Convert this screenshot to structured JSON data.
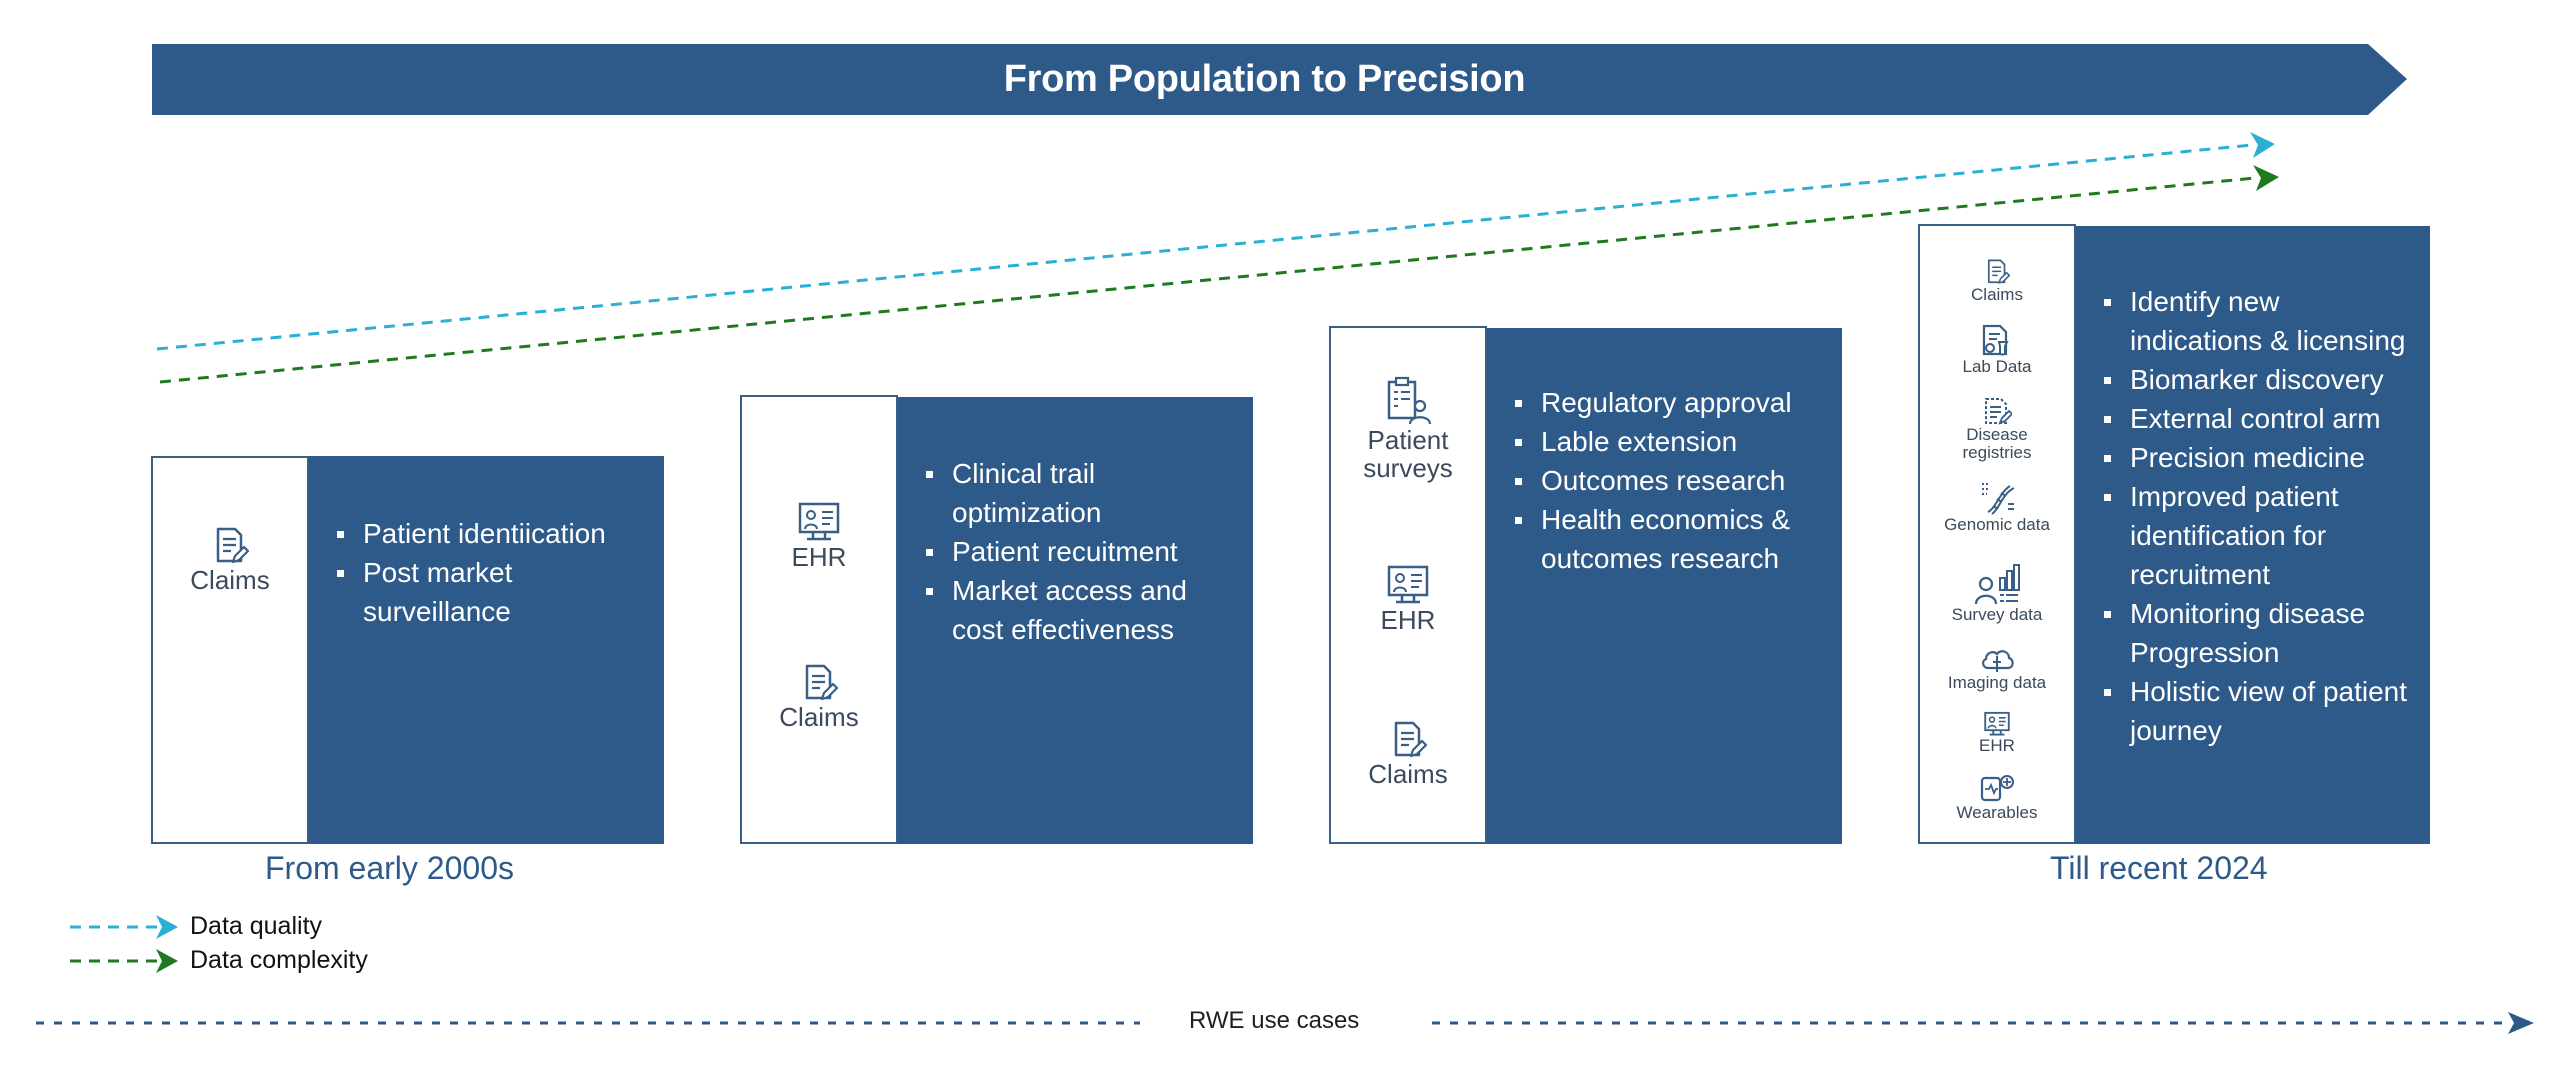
{
  "title": "From Population to Precision",
  "stages": [
    {
      "sources": [
        "Claims"
      ],
      "uses": [
        "Patient identiication",
        "Post market surveillance"
      ]
    },
    {
      "sources": [
        "EHR",
        "Claims"
      ],
      "uses": [
        "Clinical trail optimization",
        "Patient recuitment",
        "Market access and cost effectiveness"
      ]
    },
    {
      "sources": [
        "Patient surveys",
        "EHR",
        "Claims"
      ],
      "uses": [
        "Regulatory approval",
        "Lable extension",
        "Outcomes research",
        "Health economics & outcomes research"
      ]
    },
    {
      "sources": [
        "Claims",
        "Lab Data",
        "Disease registries",
        "Genomic data",
        "Survey data",
        "Imaging data",
        "EHR",
        "Wearables"
      ],
      "uses": [
        "Identify new indications & licensing",
        "Biomarker discovery",
        "External control arm",
        "Precision medicine",
        "Improved patient identification for recruitment",
        "Monitoring disease Progression",
        "Holistic view of patient journey"
      ]
    }
  ],
  "timeline": {
    "start": "From early 2000s",
    "end": "Till recent 2024"
  },
  "legend": {
    "quality": {
      "label": "Data quality",
      "color": "#2ab0d4"
    },
    "complexity": {
      "label": "Data complexity",
      "color": "#1f7a1f"
    }
  },
  "footer": {
    "label": "RWE use cases"
  },
  "colors": {
    "primary": "#2e5a89"
  }
}
